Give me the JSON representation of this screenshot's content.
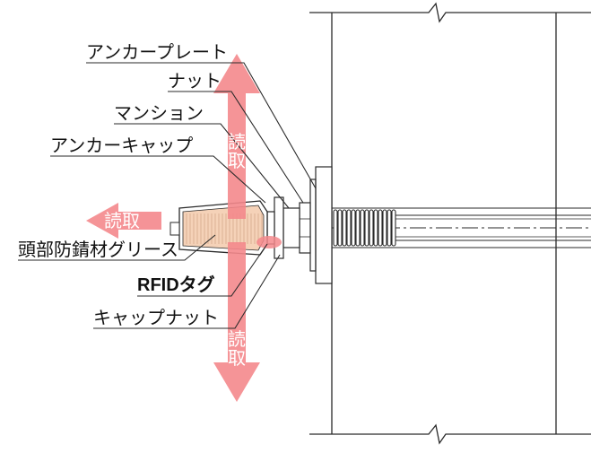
{
  "labels": {
    "anchor_plate": "アンカープレート",
    "nut": "ナット",
    "mansion": "マンション",
    "anchor_cap": "アンカーキャップ",
    "grease": "頭部防錆材グリース",
    "rfid_tag": "RFIDタグ",
    "cap_nut": "キャップナット"
  },
  "read_arrows": {
    "left": "読取",
    "top": "読取",
    "bottom": "読取"
  },
  "colors": {
    "arrow": "#f4888c",
    "grease": "#f5d2b8",
    "line": "#2a2a2a"
  }
}
